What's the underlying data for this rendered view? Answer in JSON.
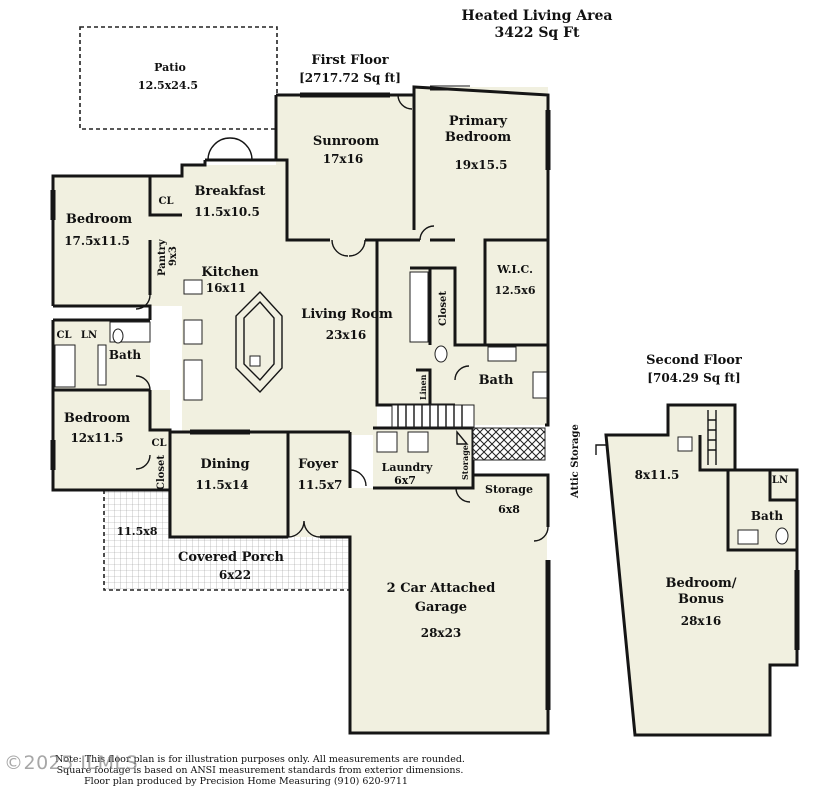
{
  "header": {
    "title": "Heated Living Area",
    "total": "3422 Sq Ft"
  },
  "first_floor": {
    "title": "First Floor",
    "area": "[2717.72 Sq ft]"
  },
  "second_floor": {
    "title": "Second Floor",
    "area": "[704.29 Sq ft]"
  },
  "rooms": {
    "patio": {
      "name": "Patio",
      "size": "12.5x24.5"
    },
    "sunroom": {
      "name": "Sunroom",
      "size": "17x16"
    },
    "primary_bedroom": {
      "name1": "Primary",
      "name2": "Bedroom",
      "size": "19x15.5"
    },
    "breakfast": {
      "name": "Breakfast",
      "size": "11.5x10.5"
    },
    "bedroom_1": {
      "name": "Bedroom",
      "size": "17.5x11.5"
    },
    "pantry": {
      "name": "Pantry",
      "size": "9x3"
    },
    "kitchen": {
      "name": "Kitchen",
      "size": "16x11"
    },
    "living_room": {
      "name": "Living Room",
      "size": "23x16"
    },
    "wic": {
      "name": "W.I.C.",
      "size": "12.5x6"
    },
    "closet_mid": {
      "name": "Closet"
    },
    "bath_primary": {
      "name": "Bath"
    },
    "linen": {
      "name": "Linen"
    },
    "cl_top": {
      "name": "CL"
    },
    "cl_left": {
      "name": "CL"
    },
    "ln_left": {
      "name": "LN"
    },
    "bath_left": {
      "name": "Bath"
    },
    "bedroom_2": {
      "name": "Bedroom",
      "size": "12x11.5"
    },
    "cl_lower": {
      "name": "CL"
    },
    "closet_lower": {
      "name": "Closet"
    },
    "dining": {
      "name": "Dining",
      "size": "11.5x14"
    },
    "foyer": {
      "name": "Foyer",
      "size": "11.5x7"
    },
    "laundry": {
      "name": "Laundry",
      "size": "6x7"
    },
    "storage_small": {
      "name": "Storage"
    },
    "storage": {
      "name": "Storage",
      "size": "6x8"
    },
    "porch_side": {
      "size": "11.5x8"
    },
    "covered_porch": {
      "name": "Covered  Porch",
      "size": "6x22"
    },
    "garage": {
      "name1": "2 Car Attached",
      "name2": "Garage",
      "size": "28x23"
    },
    "attic_storage": {
      "name": "Attic Storage"
    },
    "upper_room": {
      "size": "8x11.5"
    },
    "ln_upper": {
      "name": "LN"
    },
    "bath_upper": {
      "name": "Bath"
    },
    "bonus": {
      "name1": "Bedroom/",
      "name2": "Bonus",
      "size": "28x16"
    }
  },
  "footer": {
    "line1": "Note: This floor plan is for illustration purposes only. All measurements are rounded.",
    "line2": "Square footage is based on ANSI measurement standards from exterior dimensions.",
    "line3": "Floor plan produced by Precision Home Measuring (910) 620-9711"
  },
  "watermark": "©2025 ILMLS",
  "colors": {
    "room_fill": "#f1f0e0",
    "wall": "#151515",
    "porch_grid": "#9a9a9a"
  }
}
